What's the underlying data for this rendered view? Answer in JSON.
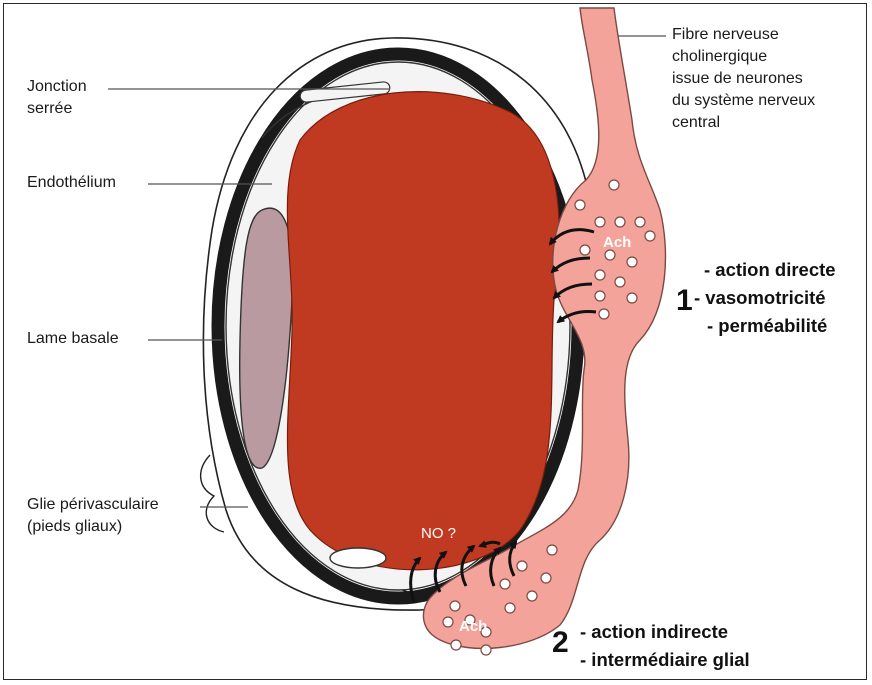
{
  "labels": {
    "jonction": "Jonction\nserrée",
    "endothelium": "Endothélium",
    "lame": "Lame basale",
    "glie": "Glie périvasculaire\n(pieds gliaux)",
    "fibre": "Fibre nerveuse\ncholinergique\nissue de neurones\ndu système nerveux\ncentral"
  },
  "markers": {
    "ach_top": "Ach",
    "ach_bottom": "Ach",
    "no": "NO ?"
  },
  "action1": {
    "number": "1",
    "lines": [
      "- action directe",
      "- vasomotricité",
      "- perméabilité"
    ]
  },
  "action2": {
    "number": "2",
    "lines": [
      "- action indirecte",
      "- intermédiaire glial"
    ]
  },
  "colors": {
    "blood": "#c03a22",
    "nerve": "#f4a39a",
    "basal_lamina": "#1a1a1a",
    "glial_end": "#b99aa0"
  }
}
